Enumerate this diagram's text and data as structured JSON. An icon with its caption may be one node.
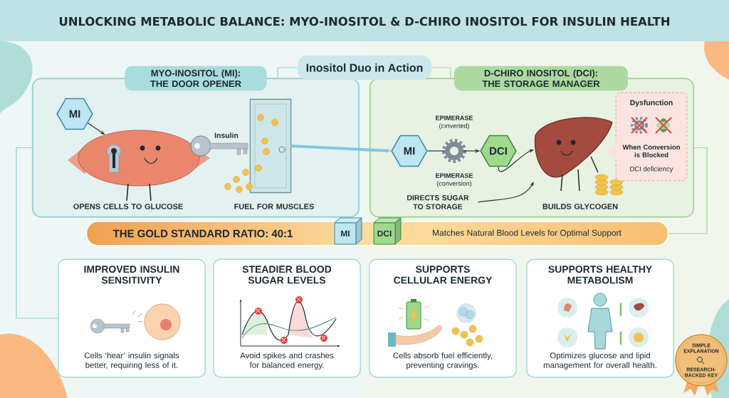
{
  "diagram": {
    "title": "UNLOCKING METABOLIC BALANCE: MYO-INOSITOL & D-CHIRO INOSITOL FOR INSULIN HEALTH",
    "nodes": [
      {
        "text": [
          "MYO-INOSITOL (MI): THE DOOR OPENER"
        ]
      },
      {
        "text": [
          "Inositol Duo in Action"
        ]
      },
      {
        "text": [
          "D-CHIRO INOSITOL (DCI): THE STORAGE MANAGER"
        ]
      },
      {
        "text": [
          "MI"
        ],
        "in": 0
      },
      {
        "text": [],
        "shape": "picture",
        "in": 0,
        "beside": [
          "OPENS CELLS TO GLUCOSE"
        ]
      },
      {
        "text": [],
        "shape": "picture",
        "in": 0,
        "beside": [
          "FUEL FOR MUSCLES"
        ]
      },
      {
        "text": [
          "MI"
        ],
        "in": 2
      },
      {
        "text": [],
        "shape": "picture",
        "in": 2,
        "beside": [
          "**EPIMERASE** (cınverted)",
          "**EPIMERASE** (conversion)"
        ]
      },
      {
        "text": [
          "DCI"
        ],
        "in": 2
      },
      {
        "text": [],
        "shape": "picture",
        "in": 2,
        "beside": [
          "BUILDS GLYCOGEN"
        ]
      },
      {
        "text": [
          "DIRECTS SUGAR TO STORAGE"
        ],
        "in": 2
      },
      {
        "text": [
          "Dysfunction",
          "When Conversion is Blocked",
          "DCI deficiency"
        ],
        "in": 2
      },
      {
        "text": [
          "THE GOLD STANDARD RATIO: 40:1",
          "Matches Natural Blood Levels for Optimal Support"
        ]
      },
      {
        "text": [
          "MI"
        ],
        "in": 12
      },
      {
        "text": [
          "DCI"
        ],
        "in": 12
      },
      {
        "text": [
          "IMPROVED INSULIN SENSITIVITY",
          "Cells ‘hear’ insulin signals better, requiring less of it."
        ]
      },
      {
        "text": [
          "STEADIER BLOOD SUGAR LEVELS",
          "Avoid spikes and crashes for balanced energy."
        ]
      },
      {
        "text": [
          "SUPPORTS CELLULAR ENERGY",
          "Cells absorb fuel efficiently, preventing cravings."
        ]
      },
      {
        "text": [
          "SUPPORTS HEALTHY METABOLISM",
          "Optimizes glucose and lipid management for overall health."
        ]
      }
    ],
    "edges": [
      {
        "from": 1,
        "to": 0,
        "arrow": "none",
        "color": "#8ecfd0"
      },
      {
        "from": 1,
        "to": 2,
        "arrow": "none",
        "color": "#9fd49a"
      },
      {
        "from": 3,
        "to": 4,
        "arrow": "to"
      },
      {
        "from": 5,
        "to": 6,
        "arrow": "to",
        "style": "thick",
        "color": "#7fc8dc"
      },
      {
        "from": 6,
        "to": 7,
        "arrow": "none"
      },
      {
        "from": 7,
        "to": 8,
        "arrow": "to"
      },
      {
        "from": 8,
        "to": 9,
        "arrow": "to"
      },
      {
        "from": 10,
        "to": 9,
        "arrow": "to"
      },
      {
        "from": 2,
        "to": 12,
        "arrow": "none",
        "color": "#9fd49a"
      },
      {
        "from": 0,
        "to": 15,
        "arrow": "none",
        "color": "#8ecfd0"
      }
    ],
    "labels": [
      "Insulin",
      "SIMPLE EXPLANATION",
      "RESEARCH-BACKED KEY"
    ]
  }
}
